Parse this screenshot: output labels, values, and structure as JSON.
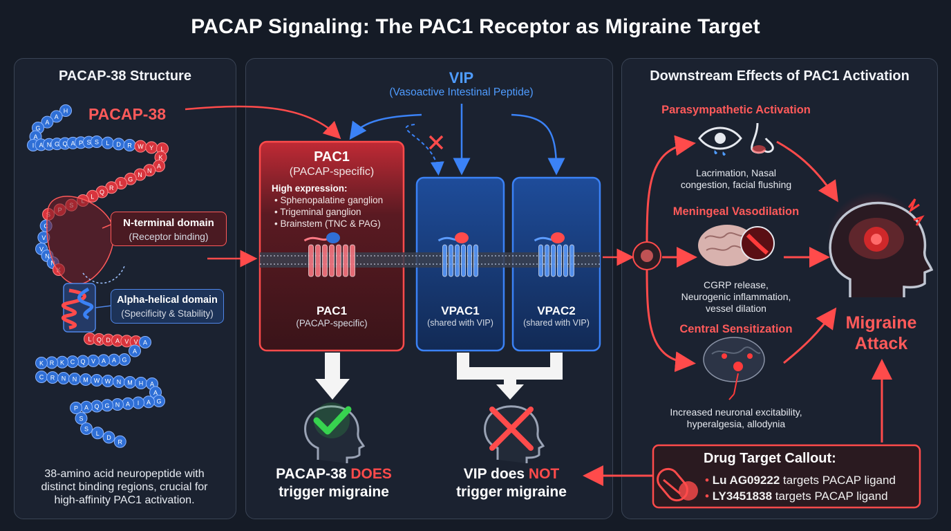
{
  "title": "PACAP Signaling: The PAC1 Receptor as Migraine Target",
  "panel_left": {
    "title": "PACAP-38 Structure",
    "peptide_label": "PACAP-38",
    "n_terminal": {
      "title": "N-terminal domain",
      "sub": "(Receptor binding)"
    },
    "alpha_helical": {
      "title": "Alpha-helical domain",
      "sub": "(Specificity & Stability)"
    },
    "caption_lines": [
      "38-amino acid neuropeptide with",
      "distinct binding regions, crucial for",
      "high-affinity PAC1 activation."
    ]
  },
  "panel_center": {
    "vip_title": "VIP",
    "vip_sub": "(Vasoactive Intestinal Peptide)",
    "pac1_card": {
      "title": "PAC1",
      "subtitle": "(PACAP-specific)",
      "expression_heading": "High expression:",
      "expression_items": [
        "Sphenopalatine ganglion",
        "Trigeminal ganglion",
        "Brainstem (TNC & PAG)"
      ],
      "receptor_name": "PAC1",
      "receptor_sub": "(PACAP-specific)"
    },
    "vpac1_card": {
      "name": "VPAC1",
      "sub": "(shared with VIP)"
    },
    "vpac2_card": {
      "name": "VPAC2",
      "sub": "(shared with VIP)"
    },
    "outcome_left": {
      "line1_pre": "PACAP-38 ",
      "line1_emph": "DOES",
      "line2": "trigger migraine"
    },
    "outcome_right": {
      "line1_pre": "VIP does ",
      "line1_emph": "NOT",
      "line2": "trigger migraine"
    }
  },
  "panel_right": {
    "title": "Downstream Effects of PAC1 Activation",
    "effects": [
      {
        "title": "Parasympathetic Activation",
        "lines": [
          "Lacrimation, Nasal",
          "congestion, facial flushing"
        ]
      },
      {
        "title": "Meningeal Vasodilation",
        "lines": [
          "CGRP release,",
          "Neurogenic inflammation,",
          "vessel dilation"
        ]
      },
      {
        "title": "Central Sensitization",
        "lines": [
          "Increased neuronal excitability,",
          "hyperalgesia, allodynia"
        ]
      }
    ],
    "migraine_label_lines": [
      "Migraine",
      "Attack"
    ],
    "drug_callout": {
      "heading": "Drug Target Callout:",
      "items": [
        {
          "drug": "Lu AG09222",
          "text": " targets PACAP ligand"
        },
        {
          "drug": "LY3451838",
          "text": " targets PACAP ligand"
        }
      ]
    }
  },
  "colors": {
    "red": "#ff4b4b",
    "blue": "#3b82f6",
    "panel": "#1b2230",
    "green": "#37d34f"
  },
  "icons": [
    "eye-icon",
    "nose-icon",
    "brain-icon",
    "head-icon",
    "check-icon",
    "x-icon",
    "pill-icon",
    "receptor-icon"
  ]
}
